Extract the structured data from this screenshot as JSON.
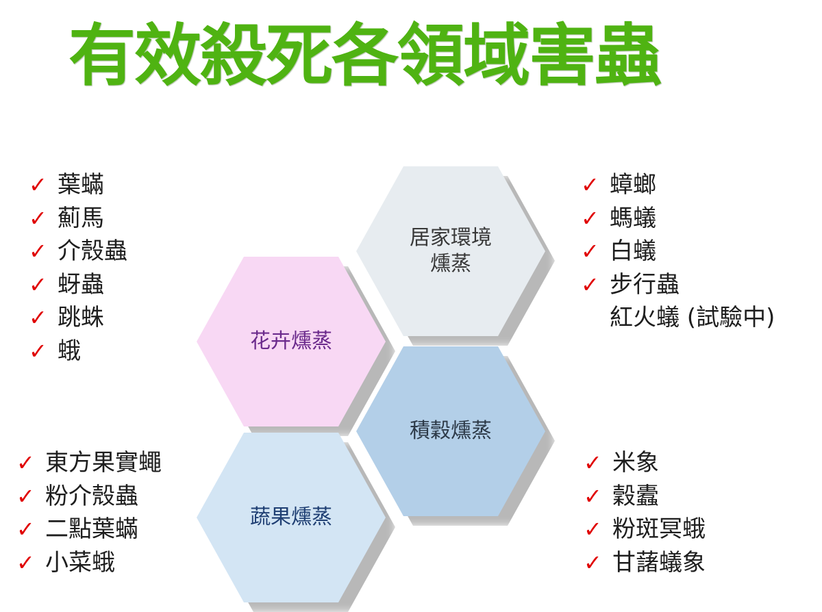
{
  "title": "有效殺死各領域害蟲",
  "check_symbol": "✓",
  "colors": {
    "title": "#4fb312",
    "check": "#e00000",
    "hex_home": "#e7ecf0",
    "hex_flower": "#f8d8f4",
    "hex_grain": "#b3cfe8",
    "hex_veg": "#d3e5f4"
  },
  "hexagons": {
    "home": "居家環境\n燻蒸",
    "flower": "花卉燻蒸",
    "grain": "積穀燻蒸",
    "vegetable": "蔬果燻蒸"
  },
  "lists": {
    "top_left": [
      "葉蟎",
      "薊馬",
      "介殼蟲",
      "蚜蟲",
      "跳蛛",
      "蛾"
    ],
    "top_right": [
      "蟑螂",
      "螞蟻",
      "白蟻",
      "步行蟲"
    ],
    "top_right_extra": "紅火蟻 (試驗中)",
    "bottom_left": [
      "東方果實蠅",
      "粉介殼蟲",
      "二點葉蟎",
      "小菜蛾"
    ],
    "bottom_right": [
      "米象",
      "穀蠹",
      "粉斑冥蛾",
      "甘藷蟻象"
    ]
  }
}
